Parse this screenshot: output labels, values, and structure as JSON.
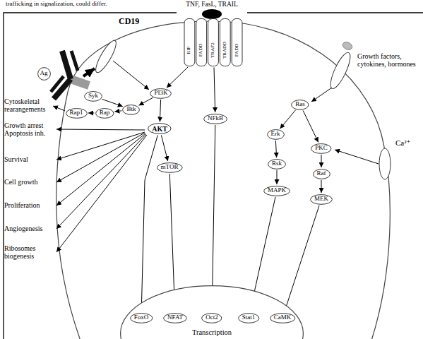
{
  "diagram": {
    "nodes": [
      {
        "text": [
          "Ag"
        ]
      },
      {
        "text": [
          "RIP",
          "FADD",
          "TRAF2",
          "TRADD",
          "FADD"
        ]
      },
      {
        "text": [
          "Syk"
        ]
      },
      {
        "text": [
          "Btk"
        ]
      },
      {
        "text": [
          "Rap1"
        ]
      },
      {
        "text": [
          "Rap"
        ]
      },
      {
        "text": [
          "PI3K"
        ]
      },
      {
        "text": [
          "AKT"
        ]
      },
      {
        "text": [
          "mTOR"
        ]
      },
      {
        "text": [
          "NFkB"
        ]
      },
      {
        "text": [
          "Ras"
        ]
      },
      {
        "text": [
          "Erk"
        ]
      },
      {
        "text": [
          "PKC"
        ]
      },
      {
        "text": [
          "Rsk"
        ]
      },
      {
        "text": [
          "Raf"
        ]
      },
      {
        "text": [
          "MAPK"
        ]
      },
      {
        "text": [
          "MEK"
        ]
      },
      {
        "text": [
          "Transcription"
        ]
      },
      {
        "text": [
          "FoxO"
        ],
        "in": 17
      },
      {
        "text": [
          "NFAT"
        ],
        "in": 17
      },
      {
        "text": [
          "Oct2"
        ],
        "in": 17
      },
      {
        "text": [
          "Stat1"
        ],
        "in": 17
      },
      {
        "text": [
          "CaMK"
        ],
        "in": 17
      }
    ],
    "edges": [
      {
        "from": 2,
        "to": 3,
        "arrow": "to"
      },
      {
        "from": 6,
        "to": 3,
        "arrow": "to"
      },
      {
        "from": 3,
        "to": 5,
        "arrow": "to"
      },
      {
        "from": 5,
        "to": 4,
        "arrow": "to"
      },
      {
        "from": 1,
        "to": 6,
        "arrow": "to"
      },
      {
        "from": 1,
        "to": 9,
        "arrow": "to"
      },
      {
        "from": 6,
        "to": 7,
        "arrow": "to"
      },
      {
        "from": 7,
        "to": 8,
        "arrow": "to"
      },
      {
        "from": 7,
        "to": 18,
        "arrow": "to"
      },
      {
        "from": 8,
        "to": 19,
        "arrow": "to"
      },
      {
        "from": 9,
        "to": 20,
        "arrow": "to"
      },
      {
        "from": 10,
        "to": 11,
        "arrow": "to"
      },
      {
        "from": 10,
        "to": 12,
        "arrow": "to"
      },
      {
        "from": 11,
        "to": 13,
        "arrow": "to"
      },
      {
        "from": 13,
        "to": 15,
        "arrow": "to"
      },
      {
        "from": 12,
        "to": 14,
        "arrow": "to"
      },
      {
        "from": 14,
        "to": 16,
        "arrow": "to"
      },
      {
        "from": 15,
        "to": 21,
        "arrow": "to"
      },
      {
        "from": 16,
        "to": 22,
        "arrow": "to"
      }
    ],
    "labels": [
      "trafficking in signalization, could differ.",
      "TNF, FasL, TRAIL",
      "CD19",
      "Growth factors, cytokines, hormones",
      "Ca²⁺",
      "Cytoskeletal rearangements",
      "Growth arrest Apoptosis inh.",
      "Survival",
      "Cell growth",
      "Proliferation",
      "Angiogenesis",
      "Ribosomes biogenesis"
    ]
  }
}
